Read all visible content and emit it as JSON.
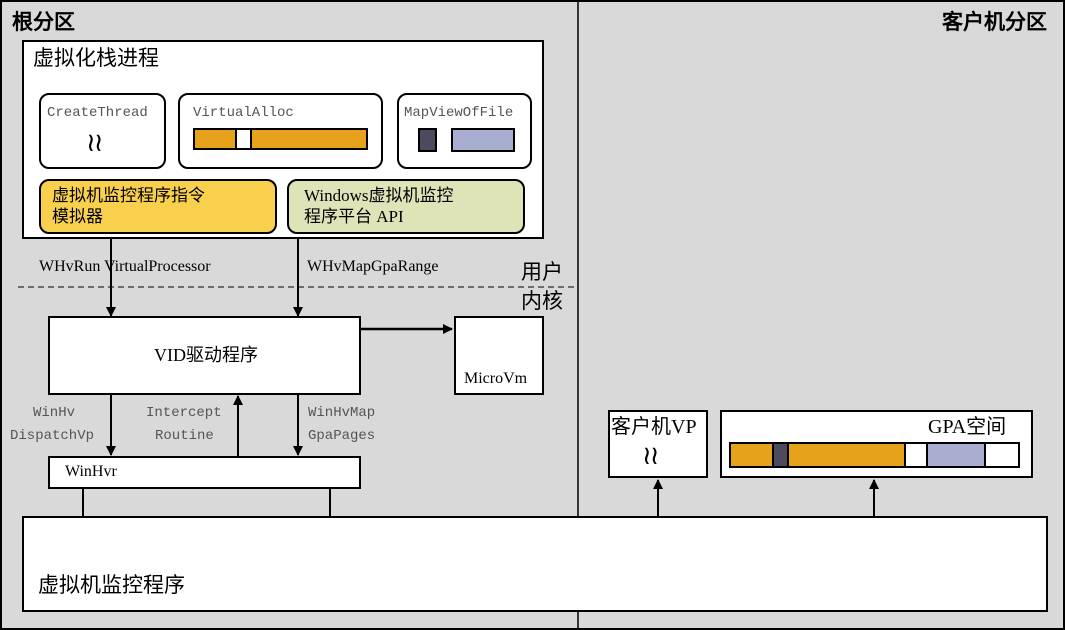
{
  "root_partition": {
    "title": "根分区"
  },
  "guest_partition": {
    "title": "客户机分区"
  },
  "virt_stack": {
    "title": "虚拟化栈进程",
    "create_thread": {
      "label": "CreateThread",
      "glyph": "≀≀"
    },
    "virtual_alloc": {
      "label": "VirtualAlloc"
    },
    "map_view_of_file": {
      "label": "MapViewOfFile"
    },
    "emulator": {
      "line1": "虚拟机监控程序指令",
      "line2": "模拟器"
    },
    "platform_api": {
      "line1": "Windows虚拟机监控",
      "line2": "程序平台 API"
    }
  },
  "calls": {
    "run_vp": "WHvRun VirtualProcessor",
    "map_gpa": "WHvMapGpaRange"
  },
  "modes": {
    "user": "用户",
    "kernel": "内核"
  },
  "vid": {
    "label": "VID驱动程序"
  },
  "microvm": {
    "label": "MicroVm"
  },
  "winhv_labels": {
    "dispatch_line1": "WinHv",
    "dispatch_line2": "DispatchVp",
    "intercept_line1": "Intercept",
    "intercept_line2": "Routine",
    "map_line1": "WinHvMap",
    "map_line2": "GpaPages"
  },
  "winhvr": {
    "label": "WinHvr"
  },
  "hypervisor": {
    "label": "虚拟机监控程序"
  },
  "guest_vp": {
    "label": "客户机VP",
    "glyph": "≀≀"
  },
  "gpa_space": {
    "label": "GPA空间"
  },
  "colors": {
    "partition_bg": "#d9d9d9",
    "amber": "#e6a21a",
    "emulator_fill": "#f9d04e",
    "platform_fill": "#dfe3b8",
    "lavender": "#a9aed0",
    "dark_slate": "#4d4a5e"
  }
}
